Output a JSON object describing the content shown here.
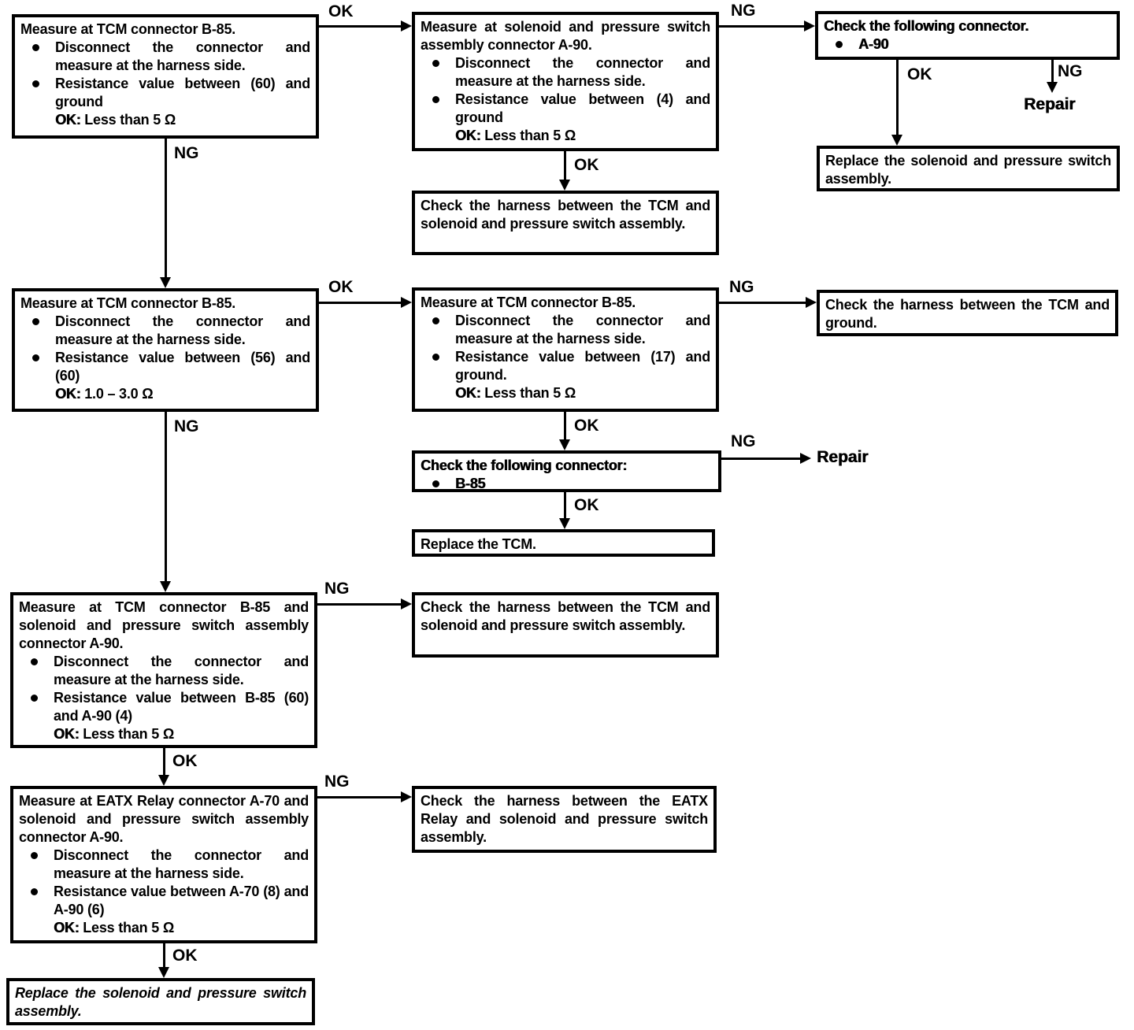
{
  "labels": {
    "ok": "OK",
    "ng": "NG"
  },
  "boxes": {
    "m_tcm_60_ground": {
      "title": "Measure at TCM connector B-85.",
      "bullets": [
        "Disconnect the connector and measure at the harness side.",
        "Resistance value between (60) and ground"
      ],
      "ok_label": "OK:",
      "ok_value": "Less than 5 Ω"
    },
    "m_sol_4_ground": {
      "title": "Measure at solenoid and pressure switch assembly connector A-90.",
      "bullets": [
        "Disconnect the connector and measure at the harness side.",
        "Resistance value between (4) and ground"
      ],
      "ok_label": "OK:",
      "ok_value": "Less than 5 Ω"
    },
    "c_a90": {
      "title": "Check the following connector.",
      "item": "A-90"
    },
    "repair_1": "Repair",
    "replace_sol_1": "Replace the solenoid and pressure switch assembly.",
    "h_tcm_sol_1": "Check the harness between the TCM and solenoid and pressure switch assembly.",
    "m_tcm_56_60": {
      "title": "Measure at TCM connector B-85.",
      "bullets": [
        "Disconnect the connector and measure at the harness side.",
        "Resistance value between (56) and (60)"
      ],
      "ok_label": "OK:",
      "ok_value": "1.0 – 3.0 Ω"
    },
    "m_tcm_17_ground": {
      "title": "Measure at TCM connector B-85.",
      "bullets": [
        "Disconnect the connector and measure at the harness side.",
        "Resistance value between (17) and ground."
      ],
      "ok_label": "OK:",
      "ok_value": "Less than 5 Ω"
    },
    "h_tcm_ground": "Check the harness between the TCM and ground.",
    "c_b85": {
      "title": "Check the following connector:",
      "item": "B-85"
    },
    "repair_2": "Repair",
    "replace_tcm": "Replace the TCM.",
    "m_b85_a90": {
      "title": "Measure at TCM connector B-85 and solenoid and pressure switch assembly connector A-90.",
      "bullets": [
        "Disconnect the connector and measure at the harness side.",
        "Resistance value between B-85 (60) and A-90 (4)"
      ],
      "ok_label": "OK:",
      "ok_value": "Less than 5 Ω"
    },
    "h_tcm_sol_2": "Check the harness between the TCM and solenoid and pressure switch assembly.",
    "m_eatx": {
      "title": "Measure at EATX Relay connector A-70 and solenoid and pressure switch assembly connector A-90.",
      "bullets": [
        "Disconnect the connector and measure at the harness side.",
        "Resistance value between A-70 (8) and A-90 (6)"
      ],
      "ok_label": "OK:",
      "ok_value": "Less than 5 Ω"
    },
    "h_eatx": "Check the harness between the EATX Relay and solenoid and pressure switch assembly.",
    "replace_sol_2": "Replace the solenoid and pressure switch assembly."
  }
}
